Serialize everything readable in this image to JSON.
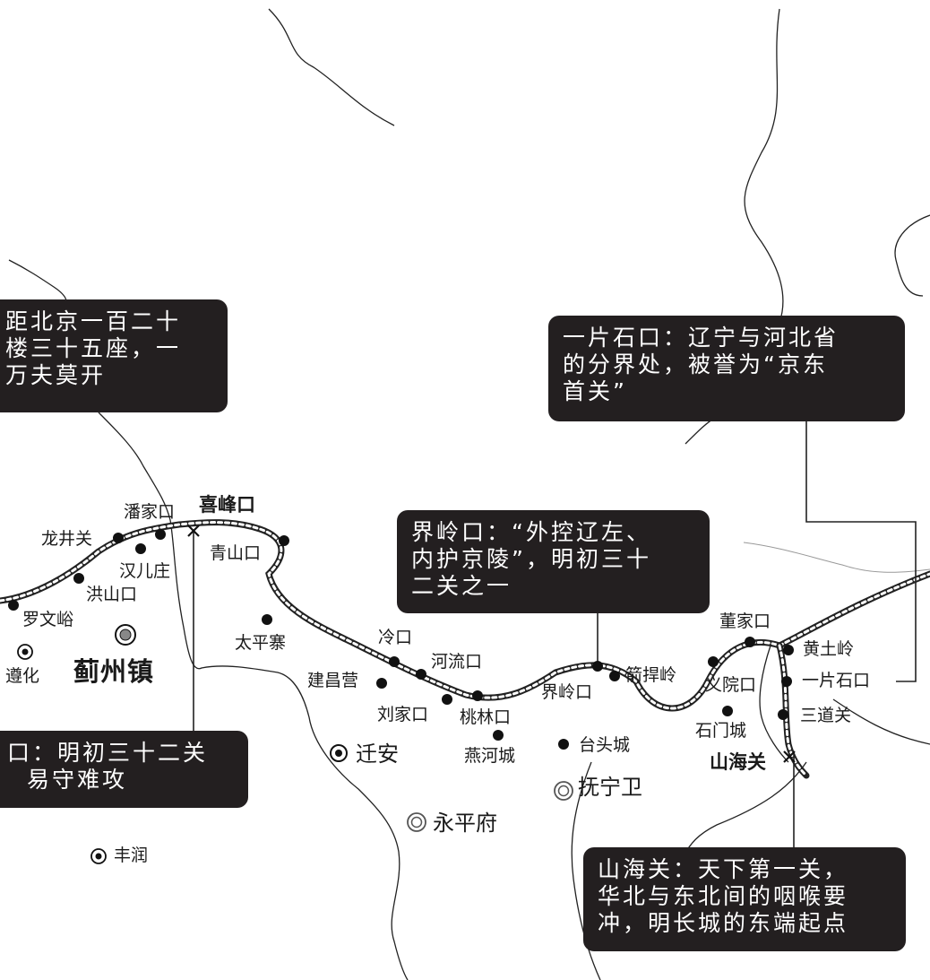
{
  "callouts": {
    "topleft": [
      "距北京一百二十",
      "楼三十五座，一",
      "万夫莫开"
    ],
    "yipian": [
      "一片石口：辽宁与河北省",
      "的分界处，被誉为“京东",
      "首关”"
    ],
    "jieling": [
      "界岭口：“外控辽左、",
      "内护京陵”，明初三十",
      "二关之一"
    ],
    "bottomleft": [
      "口：明初三十二关",
      "易守难攻"
    ],
    "shanhai": [
      "山海关：天下第一关，",
      "华北与东北间的咽喉要",
      "冲，明长城的东端起点"
    ]
  },
  "places": {
    "xifengkou": "喜峰口",
    "panjiakou": "潘家口",
    "longjingguan": "龙井关",
    "hanerzhuang": "汉儿庄",
    "qingshankou": "青山口",
    "hongshankou": "洪山口",
    "luowenyu": "罗文峪",
    "zunhua": "遵化",
    "jizhouzhen": "蓟州镇",
    "taipingzhai": "太平寨",
    "lengkou": "冷口",
    "heliukou": "河流口",
    "jianchangying": "建昌营",
    "liujiakou": "刘家口",
    "taolinkou": "桃林口",
    "yanhecheng": "燕河城",
    "qianan": "迁安",
    "yongpingfu": "永平府",
    "fengrun": "丰润",
    "jielingkou": "界岭口",
    "jianganling": "箭捍岭",
    "taitoucheng": "台头城",
    "funingwei": "抚宁卫",
    "dongjiakou": "董家口",
    "huangtuling": "黄土岭",
    "yiyuankou": "义院口",
    "yipianshikou": "一片石口",
    "sandaoguan": "三道关",
    "shimencheng": "石门城",
    "shanhaiguan": "山海关"
  },
  "symbols": {
    "town": "filled-dot",
    "county": "dot-in-circle",
    "prefecture": "double-circle",
    "garrison": "target-circle",
    "pass": "pass-x-icon",
    "wall": "great-wall-crenellated-line"
  }
}
